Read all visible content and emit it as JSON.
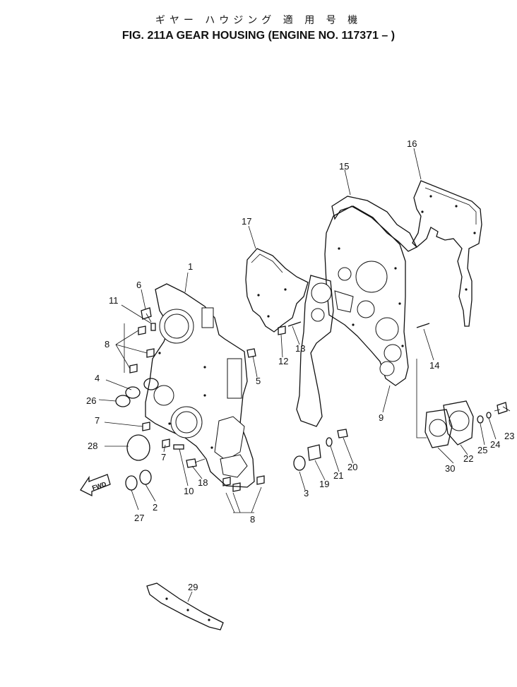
{
  "title": {
    "japanese": "ギヤー ハウジング 適 用 号 機",
    "english": "FIG. 211A  GEAR HOUSING (ENGINE NO. 117371 – )"
  },
  "direction_label": "FWD",
  "callouts": {
    "c1": "1",
    "c2": "2",
    "c3": "3",
    "c4": "4",
    "c5": "5",
    "c6": "6",
    "c7a": "7",
    "c7b": "7",
    "c8a": "8",
    "c8b": "8",
    "c9": "9",
    "c10": "10",
    "c11": "11",
    "c12": "12",
    "c13": "13",
    "c14": "14",
    "c15": "15",
    "c16": "16",
    "c17": "17",
    "c18": "18",
    "c19": "19",
    "c20": "20",
    "c21": "21",
    "c22": "22",
    "c23": "23",
    "c24": "24",
    "c25": "25",
    "c26": "26",
    "c27": "27",
    "c28": "28",
    "c29": "29",
    "c30": "30"
  }
}
